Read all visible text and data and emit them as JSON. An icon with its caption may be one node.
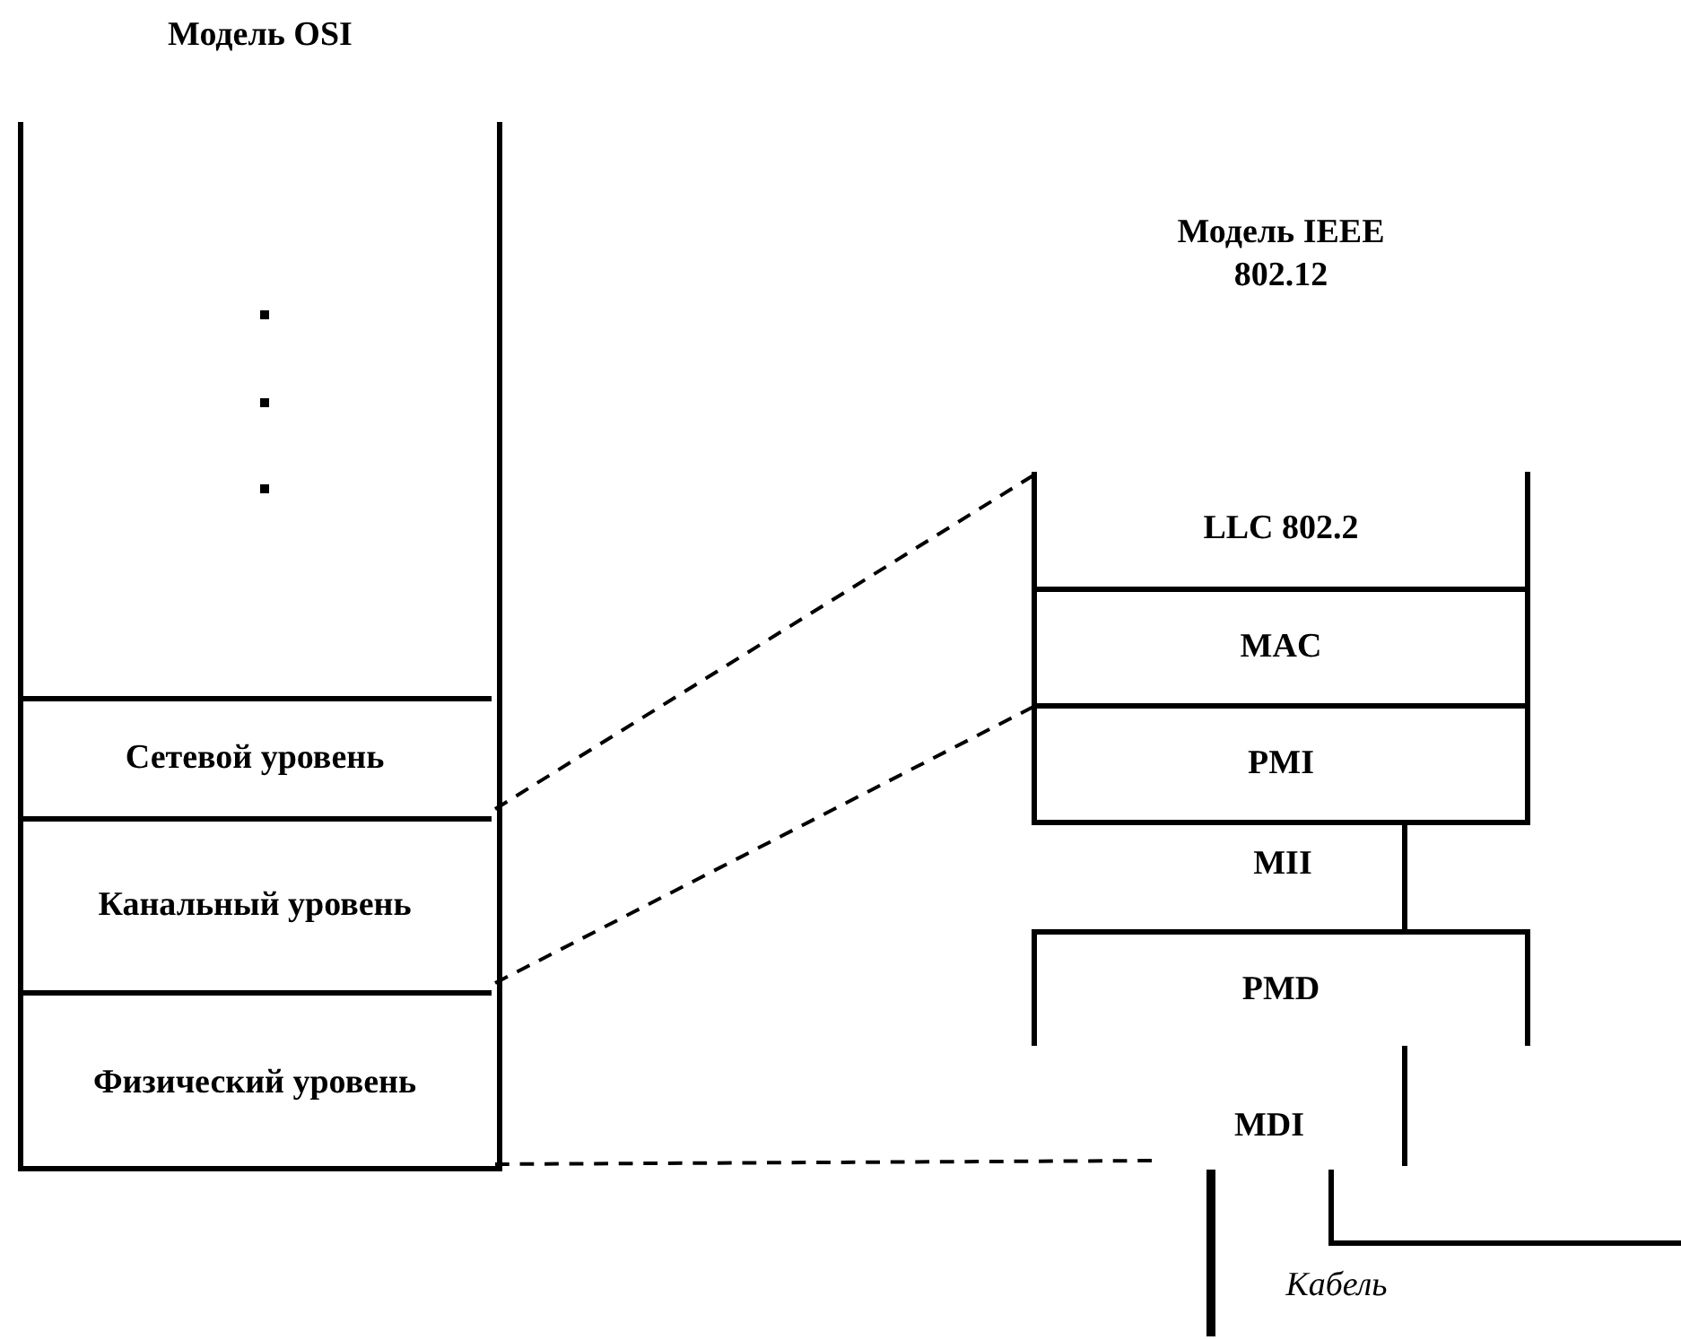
{
  "diagram": {
    "nodes": [
      {
        "text": [
          "Модель OSI"
        ]
      },
      {
        "text": [
          "Сетевой уровень"
        ],
        "in": 0
      },
      {
        "text": [
          "Канальный уровень"
        ],
        "in": 0
      },
      {
        "text": [
          "Физический уровень"
        ],
        "in": 0
      },
      {
        "text": [
          "Модель IEEE 802.12"
        ]
      },
      {
        "text": [
          "LLC 802.2"
        ],
        "in": 4
      },
      {
        "text": [
          "MAC"
        ],
        "in": 4
      },
      {
        "text": [
          "PMI"
        ],
        "in": 4
      },
      {
        "text": [
          "PMD"
        ]
      },
      {
        "text": [
          "MDI"
        ]
      }
    ],
    "edges": [
      {
        "from": 1,
        "to": 5,
        "arrow": "none",
        "style": "dashed"
      },
      {
        "from": 2,
        "to": 7,
        "arrow": "none",
        "style": "dashed"
      },
      {
        "from": 3,
        "to": 9,
        "arrow": "none",
        "style": "dashed"
      },
      {
        "from": 7,
        "to": 8,
        "arrow": "none"
      }
    ],
    "labels": [
      "MII",
      "Кабель"
    ]
  }
}
